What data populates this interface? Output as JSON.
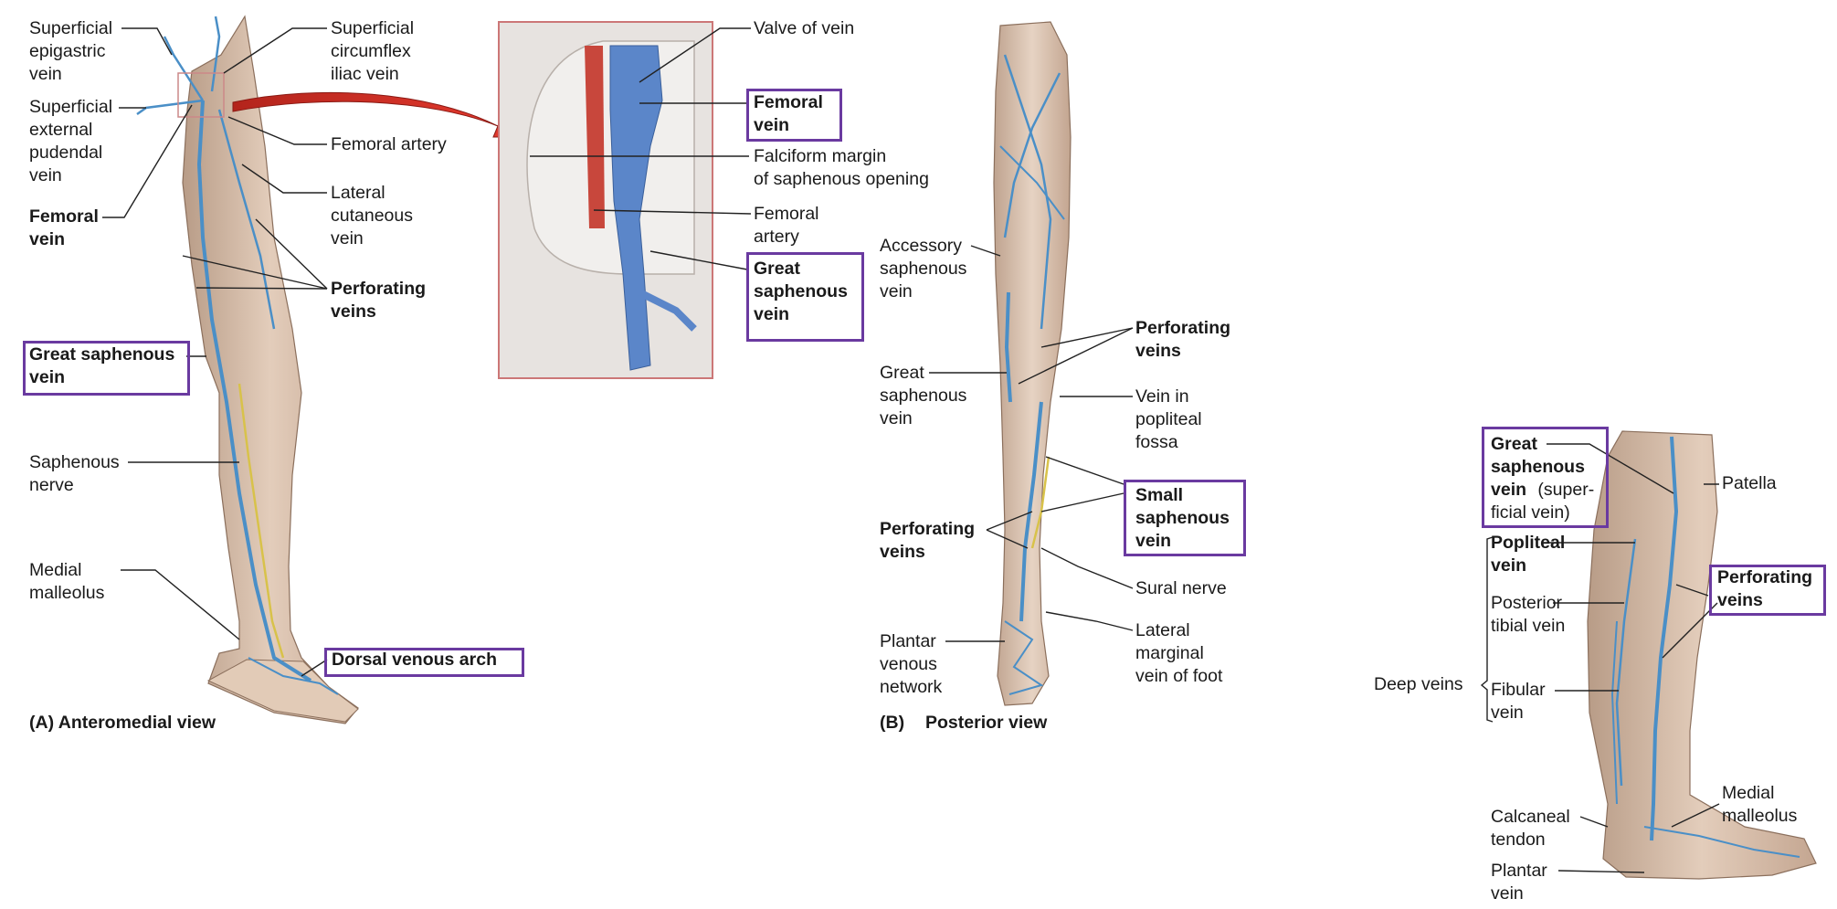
{
  "panelA": {
    "labels": {
      "superficial_epigastric": "Superficial\nepigastric\nvein",
      "superficial_external_pudendal": "Superficial\nexternal\npudendal\nvein",
      "femoral_vein": "Femoral\nvein",
      "great_saphenous": "Great saphenous\nvein",
      "saphenous_nerve": "Saphenous\nnerve",
      "medial_malleolus": "Medial\nmalleolus",
      "superficial_circumflex_iliac": "Superficial\ncircumflex\niliac vein",
      "femoral_artery": "Femoral artery",
      "lateral_cutaneous": "Lateral\ncutaneous\nvein",
      "perforating": "Perforating\nveins",
      "dorsal_venous_arch": "Dorsal venous arch"
    },
    "caption": "(A) Anteromedial view"
  },
  "inset": {
    "labels": {
      "valve": "Valve of vein",
      "femoral_vein": "Femoral\nvein",
      "falciform": "Falciform margin\nof saphenous opening",
      "femoral_artery": "Femoral\nartery",
      "great_saphenous": "Great\nsaphenous\nvein"
    }
  },
  "panelB": {
    "labels": {
      "accessory_saphenous": "Accessory\nsaphenous\nvein",
      "great_saphenous": "Great\nsaphenous\nvein",
      "perforating_left": "Perforating\nveins",
      "plantar_venous": "Plantar\nvenous\nnetwork",
      "perforating_right": "Perforating\nveins",
      "vein_popliteal": "Vein in\npopliteal\nfossa",
      "small_saphenous": "Small\nsaphenous\nvein",
      "sural_nerve": "Sural nerve",
      "lateral_marginal": "Lateral\nmarginal\nvein of foot"
    },
    "caption_letter": "(B)",
    "caption_text": "Posterior view"
  },
  "panelC": {
    "labels": {
      "gsv_bold": "Great\nsaphenous\nvein",
      "gsv_suffix": " (super-",
      "gsv_suffix2": "ficial vein)",
      "popliteal": "Popliteal\nvein",
      "posterior_tibial": "Posterior\ntibial vein",
      "deep_veins": "Deep veins",
      "fibular": "Fibular\nvein",
      "calcaneal": "Calcaneal\ntendon",
      "plantar_vein": "Plantar\nvein",
      "patella": "Patella",
      "perforating": "Perforating\nveins",
      "medial_malleolus": "Medial\nmalleolus"
    }
  },
  "colors": {
    "vein": "#4a8fc7",
    "artery": "#c8473c",
    "skin": "#d9c1ad",
    "highlight": "#6a3aa0",
    "nerve": "#d8c24a"
  }
}
